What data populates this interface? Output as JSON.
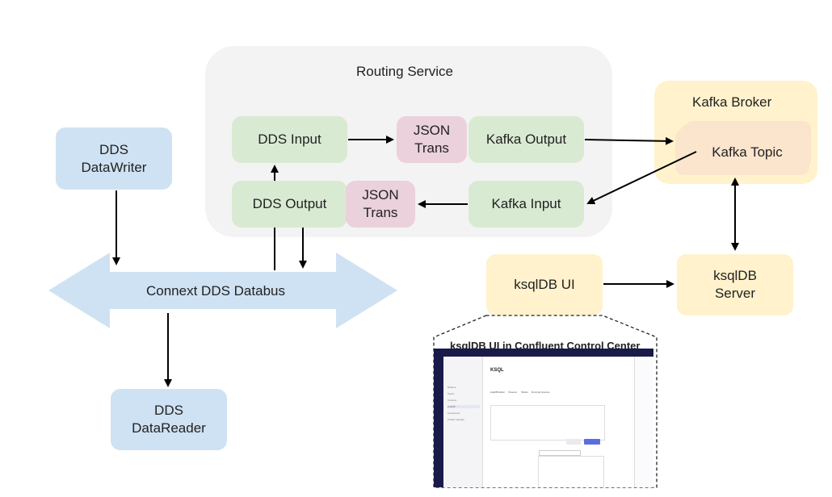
{
  "routing_service": {
    "title": "Routing Service"
  },
  "nodes": {
    "dds_input": "DDS Input",
    "json_trans_top": [
      "JSON",
      "Trans"
    ],
    "kafka_output": "Kafka Output",
    "dds_output": "DDS Output",
    "json_trans_bottom": [
      "JSON",
      "Trans"
    ],
    "kafka_input": "Kafka Input",
    "dds_datawriter": [
      "DDS",
      "DataWriter"
    ],
    "dds_datareader": [
      "DDS",
      "DataReader"
    ],
    "databus": "Connext DDS Databus",
    "kafka_broker": "Kafka Broker",
    "kafka_topic": "Kafka Topic",
    "ksqldb_ui": "ksqlDB UI",
    "ksqldb_server": [
      "ksqlDB",
      "Server"
    ]
  },
  "callout": {
    "title": "ksqlDB UI in Confluent Control Center",
    "screenshot": {
      "page_title": "KSQL",
      "nav_items": [
        "Brokers",
        "Topics",
        "Connect",
        "ksqlDB",
        "Consumers",
        "Cluster settings"
      ],
      "tabs": [
        "ksqlDB Editor",
        "Streams",
        "Tables",
        "Running Queries"
      ],
      "run_label": "Run",
      "stop_label": "Stop"
    }
  },
  "colors": {
    "blue": "#cfe2f3",
    "green": "#d9ead3",
    "pink": "#ead1dc",
    "yellow": "#fff2cc",
    "peach": "#fce5cd",
    "routing_bg": "#f3f3f3"
  }
}
